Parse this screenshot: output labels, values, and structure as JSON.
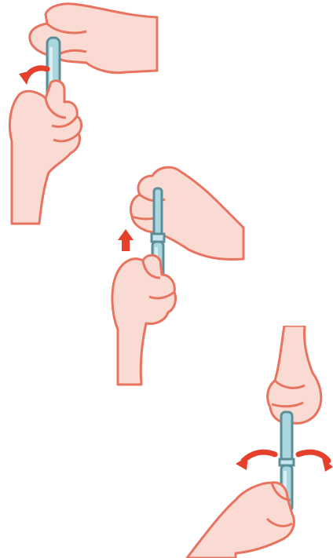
{
  "steps": [
    {
      "id": "step-1",
      "arrow": "rotate-counterclockwise-arrow-icon"
    },
    {
      "id": "step-2",
      "arrow": "pull-up-arrow-icon"
    },
    {
      "id": "step-3",
      "arrow": "bend-arrows-icon"
    }
  ],
  "colors": {
    "skin": "#fadbd3",
    "skin_outline": "#e8735f",
    "arrow": "#e4402b",
    "tube": "#a9d6df",
    "tube_dark": "#5c8e9a",
    "background": "#ffffff"
  }
}
